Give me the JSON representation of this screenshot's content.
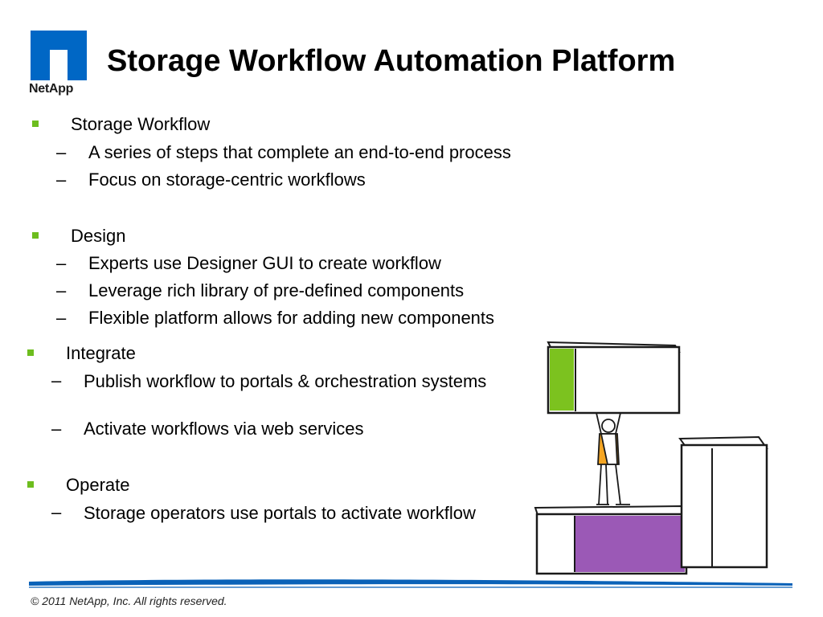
{
  "logo": {
    "brand": "NetApp",
    "icon": "netapp-n-icon"
  },
  "title": "Storage Workflow Automation Platform",
  "sections": [
    {
      "heading": "Storage Workflow",
      "items": [
        "A series of steps that complete an end-to-end process",
        "Focus on storage-centric workflows"
      ]
    },
    {
      "heading": "Design",
      "items": [
        "Experts use Designer GUI to create workflow",
        "Leverage rich library of pre-defined components",
        "Flexible platform allows for adding new components"
      ]
    },
    {
      "heading": "Integrate",
      "items": [
        "Publish workflow to portals & orchestration systems",
        "Activate workflows via web services"
      ]
    },
    {
      "heading": "Operate",
      "items": [
        "Storage operators use portals to activate workflow"
      ]
    }
  ],
  "bullet_dash": "–",
  "illustration": {
    "icon": "person-lifting-box-icon"
  },
  "footer": {
    "copyright": "© 2011 NetApp, Inc. All rights reserved."
  },
  "colors": {
    "bullet": "#6dbd1e",
    "brand_blue": "#0067c5",
    "box_green": "#7cc21f",
    "box_purple": "#9b59b6",
    "rule_blue": "#0a62b8"
  }
}
